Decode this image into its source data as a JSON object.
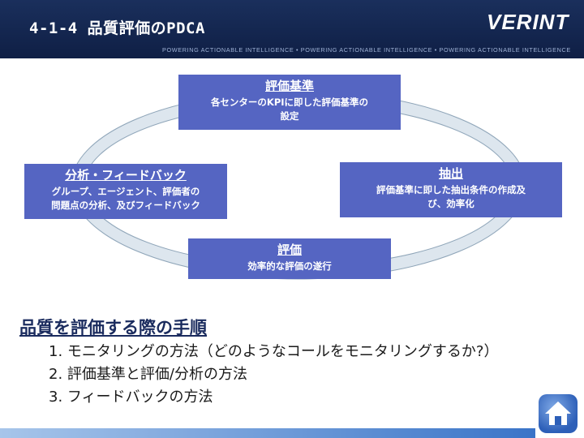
{
  "header": {
    "title": "4-1-4 品質評価のPDCA",
    "logo": "VERINT",
    "tagline": "POWERING ACTIONABLE INTELLIGENCE • POWERING ACTIONABLE INTELLIGENCE • POWERING ACTIONABLE INTELLIGENCE"
  },
  "cycle": {
    "eval_criteria": {
      "title": "評価基準",
      "desc_line1": "各センターのKPIに即した評価基準の",
      "desc_line2": "設定"
    },
    "extraction": {
      "title": "抽出",
      "desc_line1": "評価基準に即した抽出条件の作成及",
      "desc_line2": "び、効率化"
    },
    "analysis": {
      "title": "分析・フィードバック",
      "desc_line1": "グループ、エージェント、評価者の",
      "desc_line2": "問題点の分析、及びフィードバック"
    },
    "evaluation": {
      "title": "評価",
      "desc_line1": "効率的な評価の遂行"
    }
  },
  "procedure": {
    "title": "品質を評価する際の手順",
    "steps": [
      "1. モニタリングの方法（どのようなコールをモニタリングするか?）",
      "2. 評価基準と評価/分析の方法",
      "3. フィードバックの方法"
    ]
  },
  "colors": {
    "box": "#5565c2",
    "ring": "#dde6ee",
    "header": "#1a2f5c"
  },
  "icons": {
    "home": "home-icon"
  }
}
